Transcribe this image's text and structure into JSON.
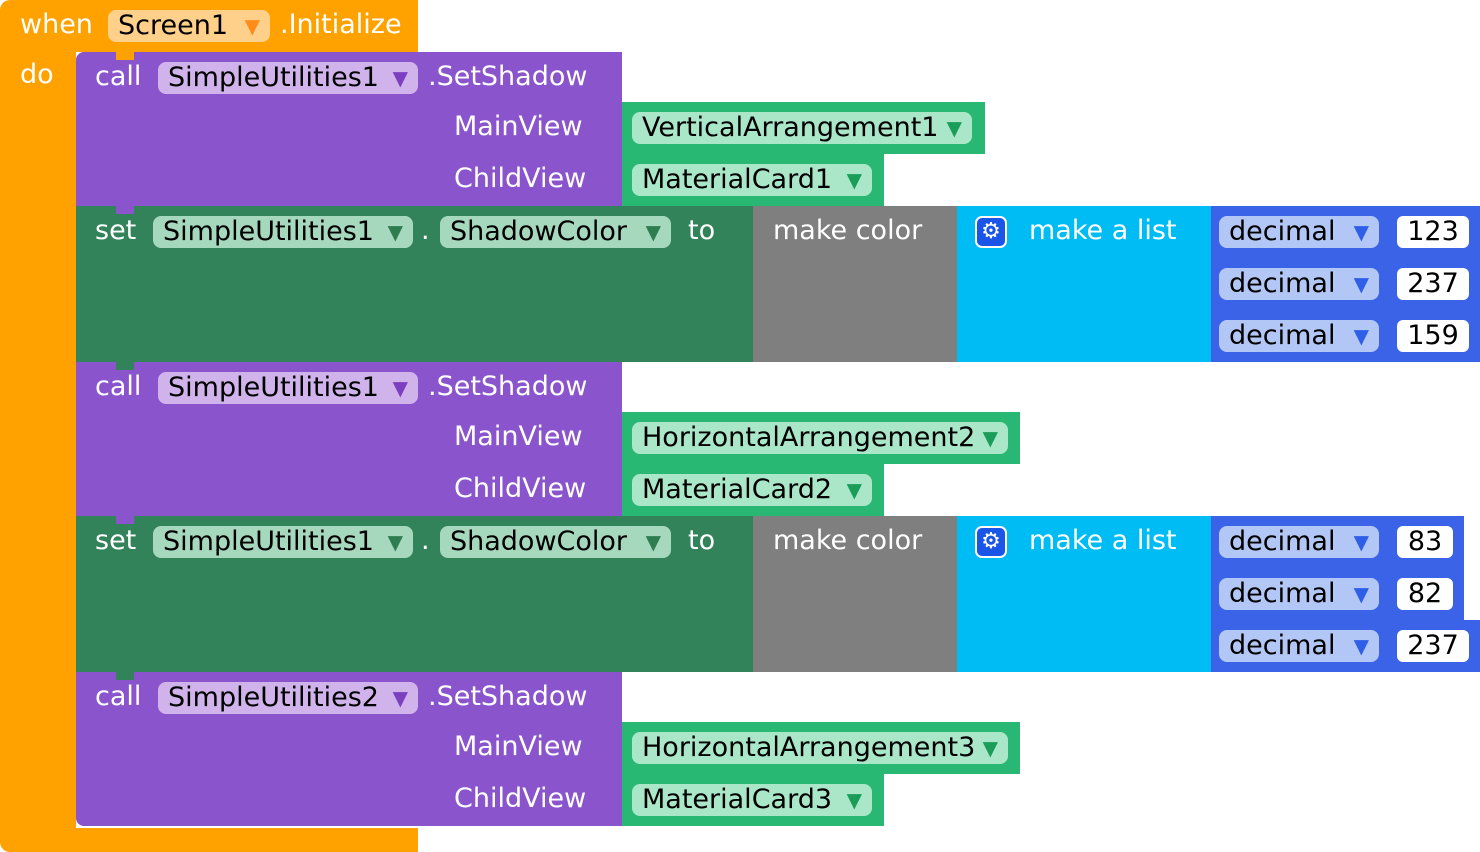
{
  "event": {
    "when_label": "when",
    "component": "Screen1",
    "event_name": ".Initialize",
    "do_label": "do"
  },
  "statements": [
    {
      "type": "call",
      "call_label": "call",
      "component": "SimpleUtilities1",
      "method": ".SetShadow",
      "mainview_label": "MainView",
      "mainview_value": "VerticalArrangement1",
      "childview_label": "ChildView",
      "childview_value": "MaterialCard1"
    },
    {
      "type": "set",
      "set_label": "set",
      "component": "SimpleUtilities1",
      "dot": ".",
      "property": "ShadowColor",
      "to_label": "to",
      "make_color_label": "make color",
      "make_list_label": "make a list",
      "items": [
        {
          "type_label": "decimal",
          "value": "123"
        },
        {
          "type_label": "decimal",
          "value": "237"
        },
        {
          "type_label": "decimal",
          "value": "159"
        }
      ]
    },
    {
      "type": "call",
      "call_label": "call",
      "component": "SimpleUtilities1",
      "method": ".SetShadow",
      "mainview_label": "MainView",
      "mainview_value": "HorizontalArrangement2",
      "childview_label": "ChildView",
      "childview_value": "MaterialCard2"
    },
    {
      "type": "set",
      "set_label": "set",
      "component": "SimpleUtilities1",
      "dot": ".",
      "property": "ShadowColor",
      "to_label": "to",
      "make_color_label": "make color",
      "make_list_label": "make a list",
      "items": [
        {
          "type_label": "decimal",
          "value": "83"
        },
        {
          "type_label": "decimal",
          "value": "82"
        },
        {
          "type_label": "decimal",
          "value": "237"
        }
      ]
    },
    {
      "type": "call",
      "call_label": "call",
      "component": "SimpleUtilities2",
      "method": ".SetShadow",
      "mainview_label": "MainView",
      "mainview_value": "HorizontalArrangement3",
      "childview_label": "ChildView",
      "childview_value": "MaterialCard3"
    }
  ],
  "dropdown_arrow": "▼",
  "gear_icon": "⚙",
  "colors": {
    "event": "#ffa200",
    "component_method": "#8a55cc",
    "setter": "#33835a",
    "component_ref": "#29b873",
    "color_block": "#7f7f7f",
    "list_block": "#00bcf5",
    "math_block": "#3a63e8"
  }
}
